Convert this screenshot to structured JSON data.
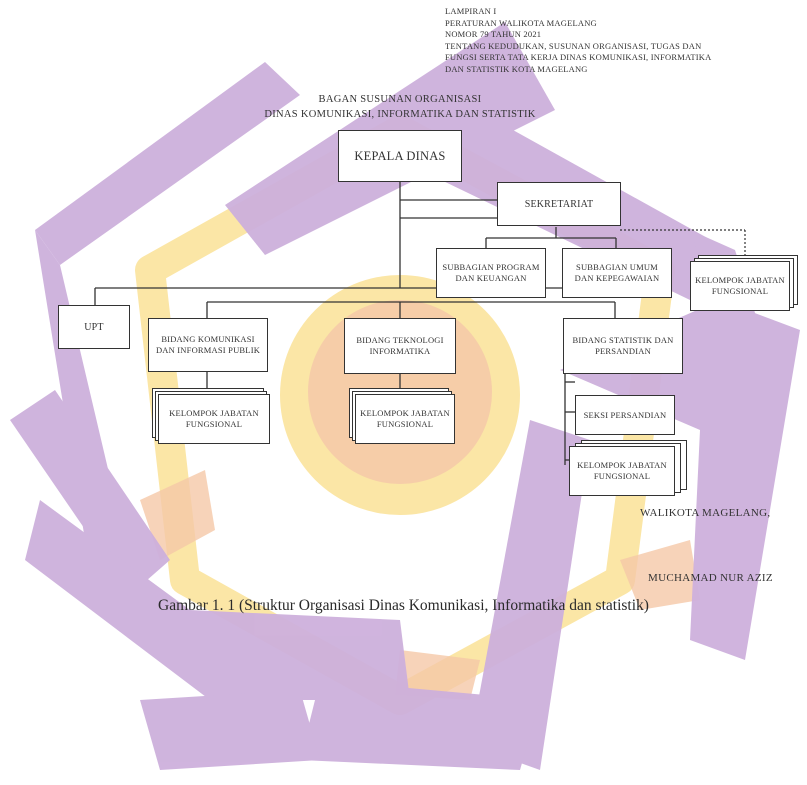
{
  "header": {
    "lines": [
      "LAMPIRAN I",
      "PERATURAN WALIKOTA MAGELANG",
      "NOMOR 79 TAHUN 2021",
      "TENTANG KEDUDUKAN, SUSUNAN ORGANISASI, TUGAS DAN",
      "FUNGSI SERTA TATA KERJA DINAS KOMUNIKASI, INFORMATIKA",
      "DAN STATISTIK KOTA MAGELANG"
    ]
  },
  "chart_title": {
    "line1": "BAGAN SUSUNAN ORGANISASI",
    "line2": "DINAS KOMUNIKASI, INFORMATIKA DAN STATISTIK"
  },
  "nodes": {
    "kepala": "KEPALA DINAS",
    "sekretariat": "SEKRETARIAT",
    "subbag_program": "SUBBAGIAN PROGRAM DAN KEUANGAN",
    "subbag_umum": "SUBBAGIAN UMUM DAN KEPEGAWAIAN",
    "kjf_top": "KELOMPOK JABATAN FUNGSIONAL",
    "upt": "UPT",
    "bidang_kip": "BIDANG KOMUNIKASI DAN INFORMASI PUBLIK",
    "bidang_ti": "BIDANG TEKNOLOGI INFORMATIKA",
    "bidang_sp": "BIDANG STATISTIK DAN PERSANDIAN",
    "kjf_kip": "KELOMPOK JABATAN FUNGSIONAL",
    "kjf_ti": "KELOMPOK JABATAN FUNGSIONAL",
    "seksi_persandian": "SEKSI PERSANDIAN",
    "kjf_sp": "KELOMPOK JABATAN FUNGSIONAL"
  },
  "signature": {
    "place": "WALIKOTA MAGELANG,",
    "name": "MUCHAMAD NUR AZIZ"
  },
  "caption": "Gambar 1. 1 (Struktur Organisasi Dinas Komunikasi, Informatika dan statistik)",
  "watermark_colors": {
    "purple": "#cdb0dc",
    "yellow": "#fbe6a6",
    "peach": "#f5c8a8"
  }
}
